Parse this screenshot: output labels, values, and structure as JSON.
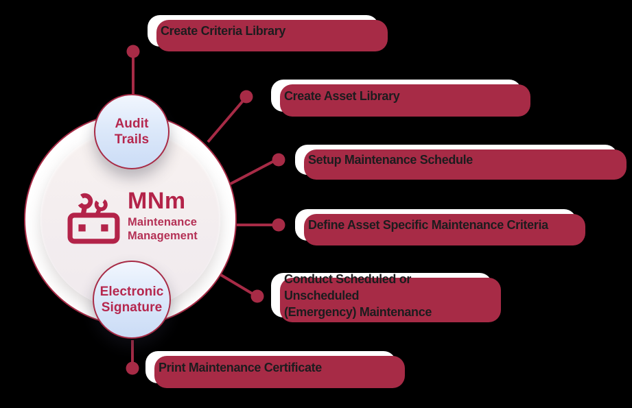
{
  "diagram": {
    "title": "MNm Maintenance Management",
    "center": {
      "abbr": "MNm",
      "name_line1": "Maintenance",
      "name_line2": "Management",
      "icon": "maintenance-machine-icon"
    },
    "badges": [
      {
        "line1": "Audit",
        "line2": "Trails"
      },
      {
        "line1": "Electronic",
        "line2": "Signature"
      }
    ],
    "features": [
      {
        "label": "Create Criteria Library"
      },
      {
        "label": "Create Asset Library"
      },
      {
        "label": "Setup Maintenance Schedule"
      },
      {
        "label": "Define Asset Specific Maintenance Criteria"
      },
      {
        "label": "Conduct Scheduled or Unscheduled\n(Emergency) Maintenance"
      },
      {
        "label": "Print Maintenance Certificate"
      }
    ],
    "colors": {
      "accent": "#a72b46",
      "accent_text": "#b32349",
      "pill_text": "#1c1c1e",
      "pill_background": "#ffffff",
      "badge_gradient_top": "#f1f6fe",
      "badge_gradient_bottom": "#cbdcf6",
      "inner_circle_top": "#f8f2f0",
      "inner_circle_bottom": "#f0eaee",
      "background": "#000000"
    }
  }
}
